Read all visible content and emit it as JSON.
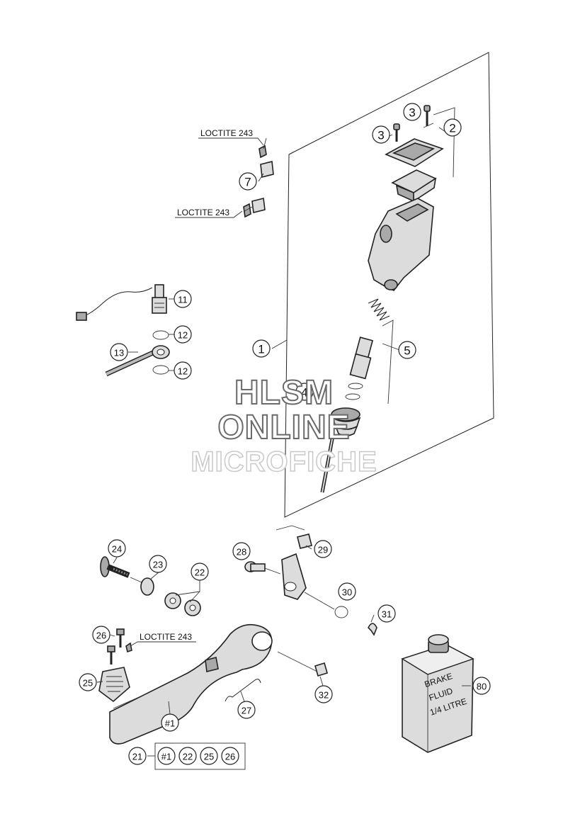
{
  "callouts": [
    {
      "id": "c1",
      "label": "1"
    },
    {
      "id": "c2",
      "label": "2"
    },
    {
      "id": "c3a",
      "label": "3"
    },
    {
      "id": "c3b",
      "label": "3"
    },
    {
      "id": "c4",
      "label": "4"
    },
    {
      "id": "c5",
      "label": "5"
    },
    {
      "id": "c7",
      "label": "7"
    },
    {
      "id": "c11",
      "label": "11"
    },
    {
      "id": "c12a",
      "label": "12"
    },
    {
      "id": "c12b",
      "label": "12"
    },
    {
      "id": "c13",
      "label": "13"
    },
    {
      "id": "c21",
      "label": "21"
    },
    {
      "id": "c22",
      "label": "22"
    },
    {
      "id": "c23",
      "label": "23"
    },
    {
      "id": "c24",
      "label": "24"
    },
    {
      "id": "c25",
      "label": "25"
    },
    {
      "id": "c26",
      "label": "26"
    },
    {
      "id": "c27",
      "label": "27"
    },
    {
      "id": "c28",
      "label": "28"
    },
    {
      "id": "c29",
      "label": "29"
    },
    {
      "id": "c30",
      "label": "30"
    },
    {
      "id": "c31",
      "label": "31"
    },
    {
      "id": "c32",
      "label": "32"
    },
    {
      "id": "c80",
      "label": "80"
    },
    {
      "id": "cp1",
      "label": "#1"
    }
  ],
  "kit": {
    "label": "21",
    "members": [
      "#1",
      "22",
      "25",
      "26"
    ]
  },
  "notes": {
    "loctite_top": "LOCTITE 243",
    "loctite_mid": "LOCTITE 243",
    "loctite_low": "LOCTITE 243"
  },
  "bottle": {
    "line1": "BRAKE",
    "line2": "FLUID",
    "line3": "1/4 LITRE"
  },
  "watermark": {
    "line1": "HLSM",
    "line2": "ONLINE",
    "line3": "MICROFICHE"
  }
}
